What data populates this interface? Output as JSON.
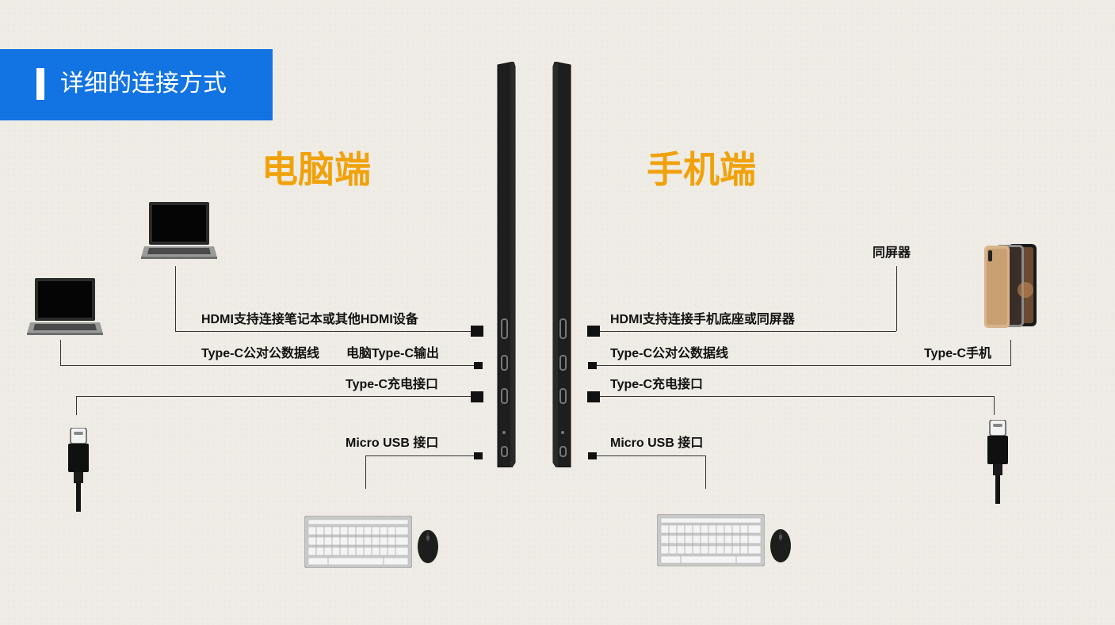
{
  "header": {
    "title": "详细的连接方式"
  },
  "sections": {
    "left_title": "电脑端",
    "right_title": "手机端"
  },
  "left": {
    "hdmi_label": "HDMI支持连接笔记本或其他HDMI设备",
    "typec_data_label": "Type-C公对公数据线",
    "typec_out_label": "电脑Type-C输出",
    "typec_charge_label": "Type-C充电接口",
    "micro_usb_label": "Micro USB 接口"
  },
  "right": {
    "hdmi_label": "HDMI支持连接手机底座或同屏器",
    "typec_data_label": "Type-C公对公数据线",
    "typec_charge_label": "Type-C充电接口",
    "micro_usb_label": "Micro USB 接口",
    "mirror_label": "同屏器",
    "phone_label": "Type-C手机"
  },
  "icons": [
    "laptop-icon",
    "usb-c-cable-icon",
    "keyboard-icon",
    "mouse-icon",
    "phone-icon",
    "monitor-side-icon"
  ]
}
